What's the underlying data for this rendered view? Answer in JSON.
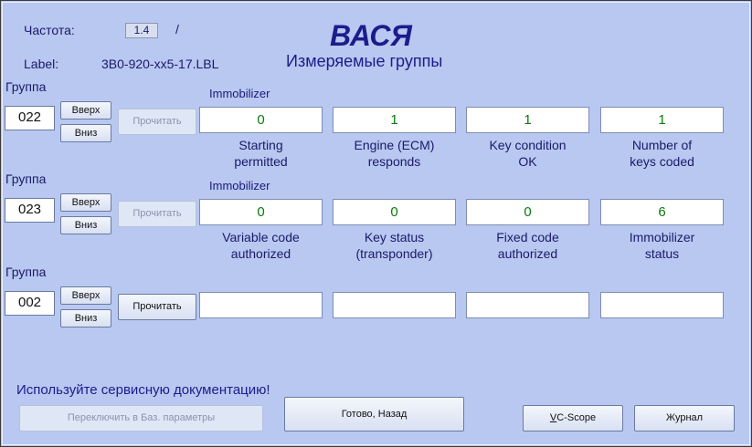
{
  "header": {
    "freq_label": "Частота:",
    "freq_value": "1.4",
    "freq_sep": "/",
    "label_caption": "Label:",
    "label_value": "3B0-920-xx5-17.LBL",
    "title": "ВАСЯ",
    "subtitle": "Измеряемые группы"
  },
  "groups": [
    {
      "group_label": "Группа",
      "number": "022",
      "up": "Вверх",
      "down": "Вниз",
      "read": "Прочитать",
      "read_enabled": false,
      "name": "Immobilizer",
      "fields": [
        {
          "value": "0",
          "caption": "Starting\npermitted"
        },
        {
          "value": "1",
          "caption": "Engine (ECM)\nresponds"
        },
        {
          "value": "1",
          "caption": "Key condition\nOK"
        },
        {
          "value": "1",
          "caption": "Number of\nkeys coded"
        }
      ]
    },
    {
      "group_label": "Группа",
      "number": "023",
      "up": "Вверх",
      "down": "Вниз",
      "read": "Прочитать",
      "read_enabled": false,
      "name": "Immobilizer",
      "fields": [
        {
          "value": "0",
          "caption": "Variable code\nauthorized"
        },
        {
          "value": "0",
          "caption": "Key status\n(transponder)"
        },
        {
          "value": "0",
          "caption": "Fixed code\nauthorized"
        },
        {
          "value": "6",
          "caption": "Immobilizer\nstatus"
        }
      ]
    },
    {
      "group_label": "Группа",
      "number": "002",
      "up": "Вверх",
      "down": "Вниз",
      "read": "Прочитать",
      "read_enabled": true,
      "name": "",
      "fields": [
        {
          "value": "",
          "caption": ""
        },
        {
          "value": "",
          "caption": ""
        },
        {
          "value": "",
          "caption": ""
        },
        {
          "value": "",
          "caption": ""
        }
      ]
    }
  ],
  "footer": {
    "warning": "Используйте сервисную документацию!",
    "basic_settings": "Переключить в Баз. параметры",
    "done_back": "Готово, Назад",
    "vc_scope_prefix": "V",
    "vc_scope_rest": "C-Scope",
    "log": "Журнал"
  }
}
